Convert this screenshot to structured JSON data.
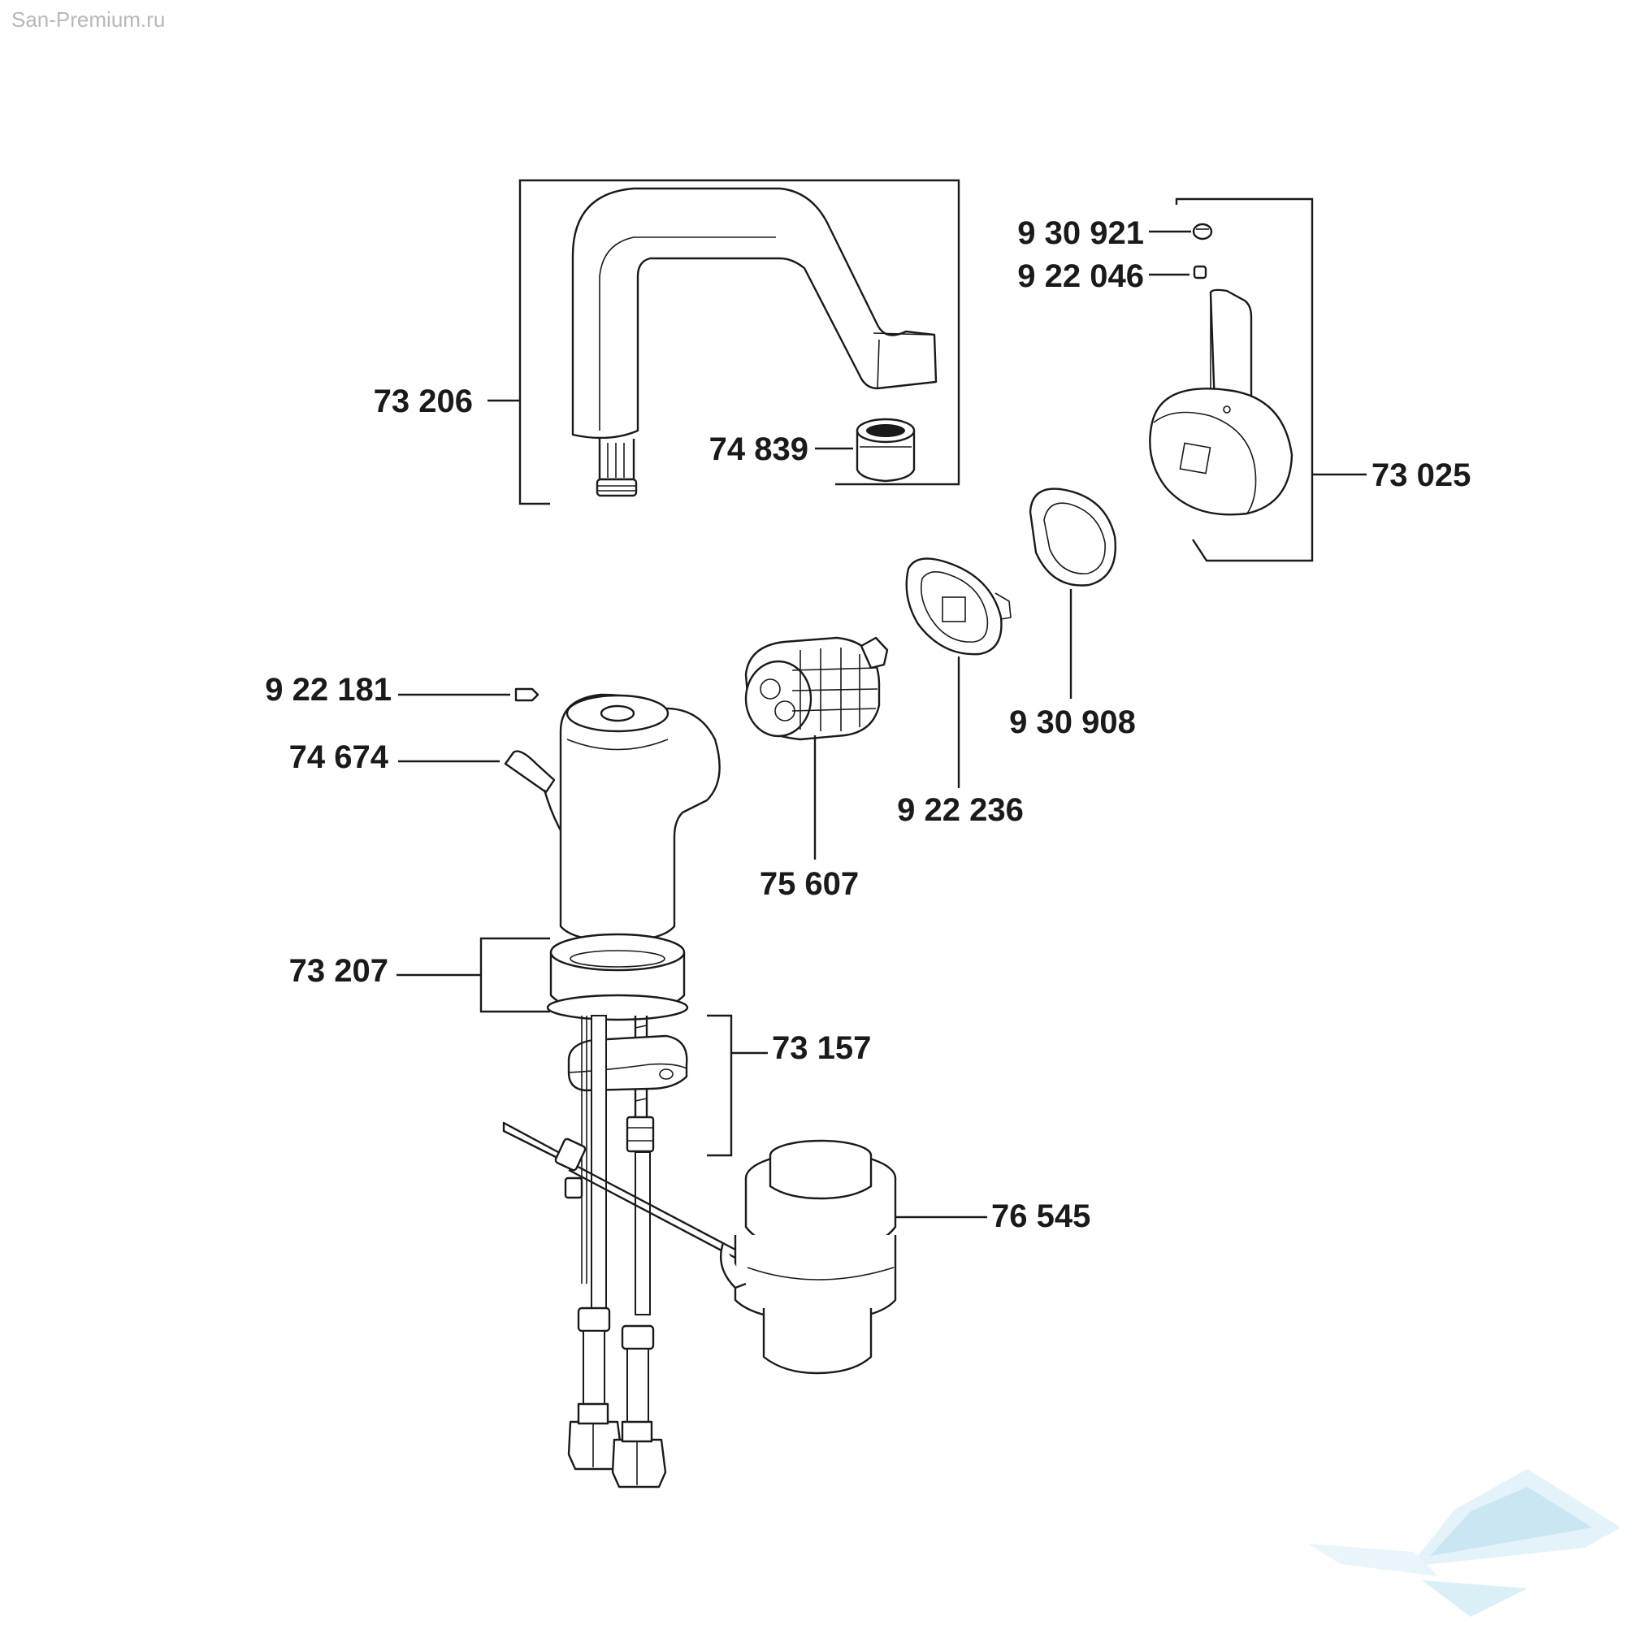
{
  "watermark": "San-Premium.ru",
  "labels": {
    "p73206": "73 206",
    "p74839": "74 839",
    "p930921": "9 30 921",
    "p922046": "9 22 046",
    "p73025": "73 025",
    "p930908": "9 30 908",
    "p922236": "9 22 236",
    "p75607": "75 607",
    "p922181": "9 22 181",
    "p74674": "74 674",
    "p73207": "73 207",
    "p73157": "73 157",
    "p76545": "76 545"
  },
  "colors": {
    "line": "#1a1a1a",
    "logo": "#9fd3ea",
    "watermark": "#b8b8b8"
  },
  "logo_icon": "bathtub-logo-icon"
}
